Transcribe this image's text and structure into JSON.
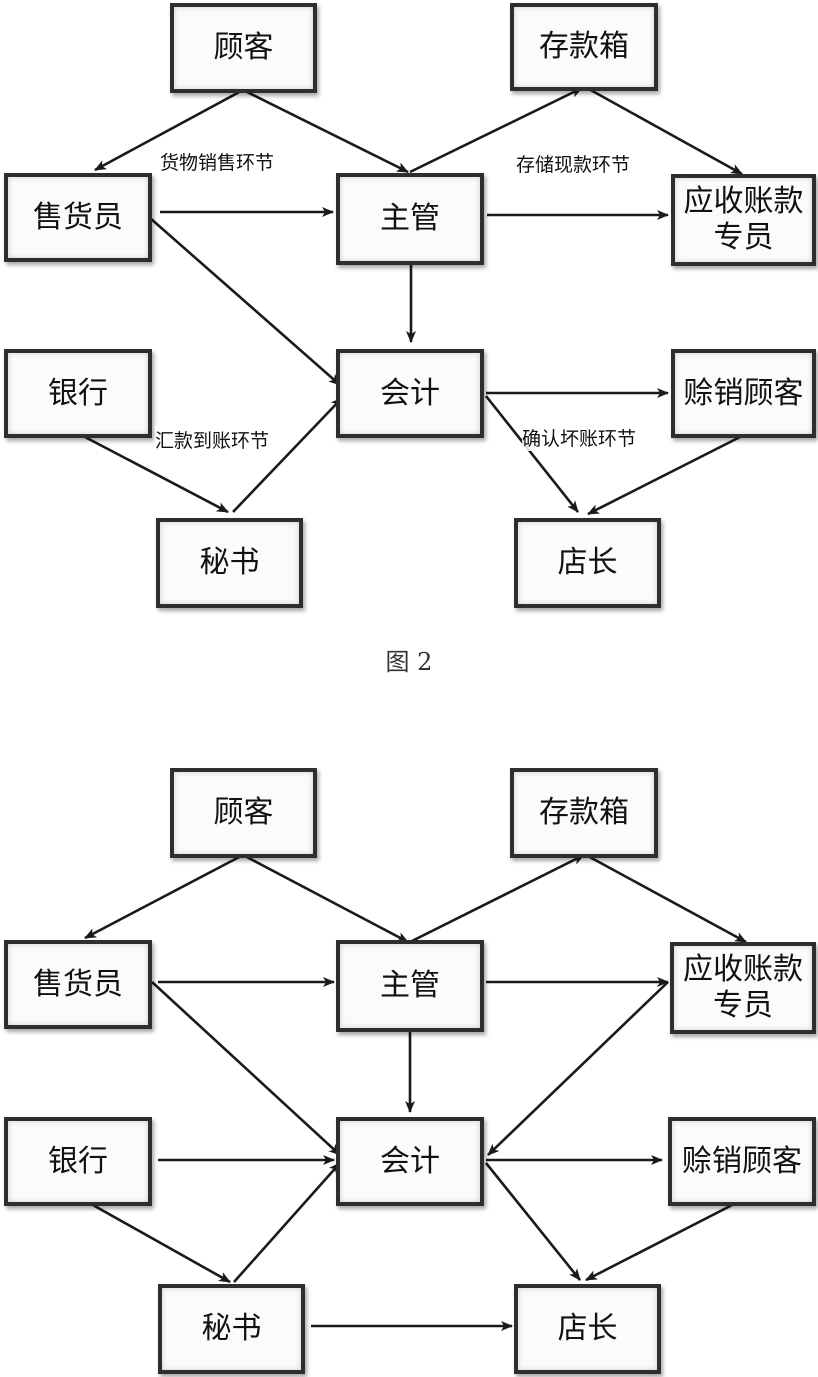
{
  "figure1": {
    "nodes": {
      "customer": "顾客",
      "deposit_box": "存款箱",
      "salesperson": "售货员",
      "supervisor": "主管",
      "ar_clerk": "应收账款\n专员",
      "bank": "银行",
      "accountant": "会计",
      "credit_customer": "赊销顾客",
      "secretary": "秘书",
      "store_manager": "店长"
    },
    "labels": {
      "sales_cycle": "货物销售环节",
      "deposit_cycle": "存储现款环节",
      "remittance_cycle": "汇款到账环节",
      "bad_debt_cycle": "确认坏账环节"
    }
  },
  "caption": "图 2",
  "figure2": {
    "nodes": {
      "customer": "顾客",
      "deposit_box": "存款箱",
      "salesperson": "售货员",
      "supervisor": "主管",
      "ar_clerk": "应收账款\n专员",
      "bank": "银行",
      "accountant": "会计",
      "credit_customer": "赊销顾客",
      "secretary": "秘书",
      "store_manager": "店长"
    }
  }
}
